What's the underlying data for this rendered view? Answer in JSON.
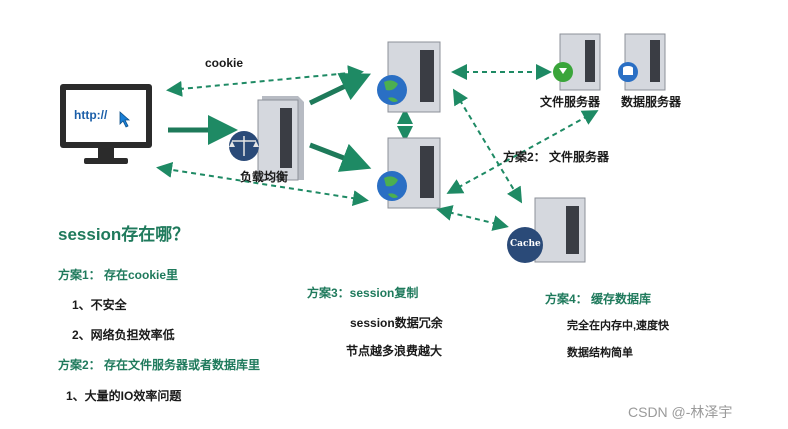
{
  "title_question": "session存在哪？",
  "monitor": {
    "address_text": "http://"
  },
  "edge_labels": {
    "cookie": "cookie"
  },
  "nodes": {
    "load_balancer": "负载均衡",
    "file_server": "文件服务器",
    "db_server": "数据服务器",
    "cache_badge": "Cache"
  },
  "plan2_side_label": "方案2： 文件服务器",
  "plans": {
    "plan1_title": "方案1： 存在cookie里",
    "plan1_item1": "1、不安全",
    "plan1_item2": "2、网络负担效率低",
    "plan2_title": "方案2： 存在文件服务器或者数据库里",
    "plan2_item1": "1、大量的IO效率问题",
    "plan3_title": "方案3：session复制",
    "plan3_line1": "session数据冗余",
    "plan3_line2": "节点越多浪费越大",
    "plan4_title": "方案4： 缓存数据库",
    "plan4_line1": "完全在内存中,速度快",
    "plan4_line2": "数据结构简单"
  },
  "watermark": "CSDN @-林泽宇",
  "colors": {
    "accent": "#1f7a5c",
    "arrow": "#1e8a64",
    "server": "#a9adb6",
    "globe": "#2a6fc4"
  }
}
